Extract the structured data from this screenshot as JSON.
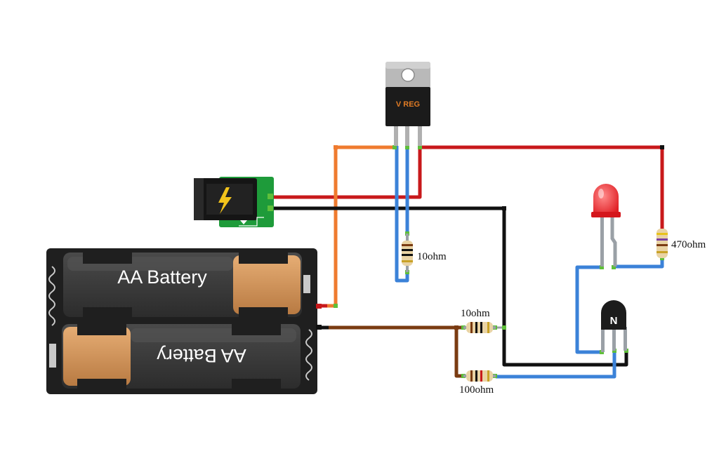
{
  "colors": {
    "wire_red": "#c8191b",
    "wire_black": "#111111",
    "wire_orange": "#ef7b2f",
    "wire_blue": "#3b82d8",
    "wire_brown": "#7a3b12",
    "node_green": "#5fbf3a"
  },
  "icons": {
    "power_jack": "lightning-bolt-icon",
    "transistor": "npn-transistor-icon"
  },
  "regulator": {
    "label": "V REG"
  },
  "battery_pack": {
    "cells": [
      {
        "label": "AA Battery"
      },
      {
        "label": "AA Battery"
      }
    ]
  },
  "transistor": {
    "label": "N"
  },
  "resistors": [
    {
      "label": "10ohm"
    },
    {
      "label": "470ohm"
    },
    {
      "label": "10ohm"
    },
    {
      "label": "100ohm"
    }
  ]
}
